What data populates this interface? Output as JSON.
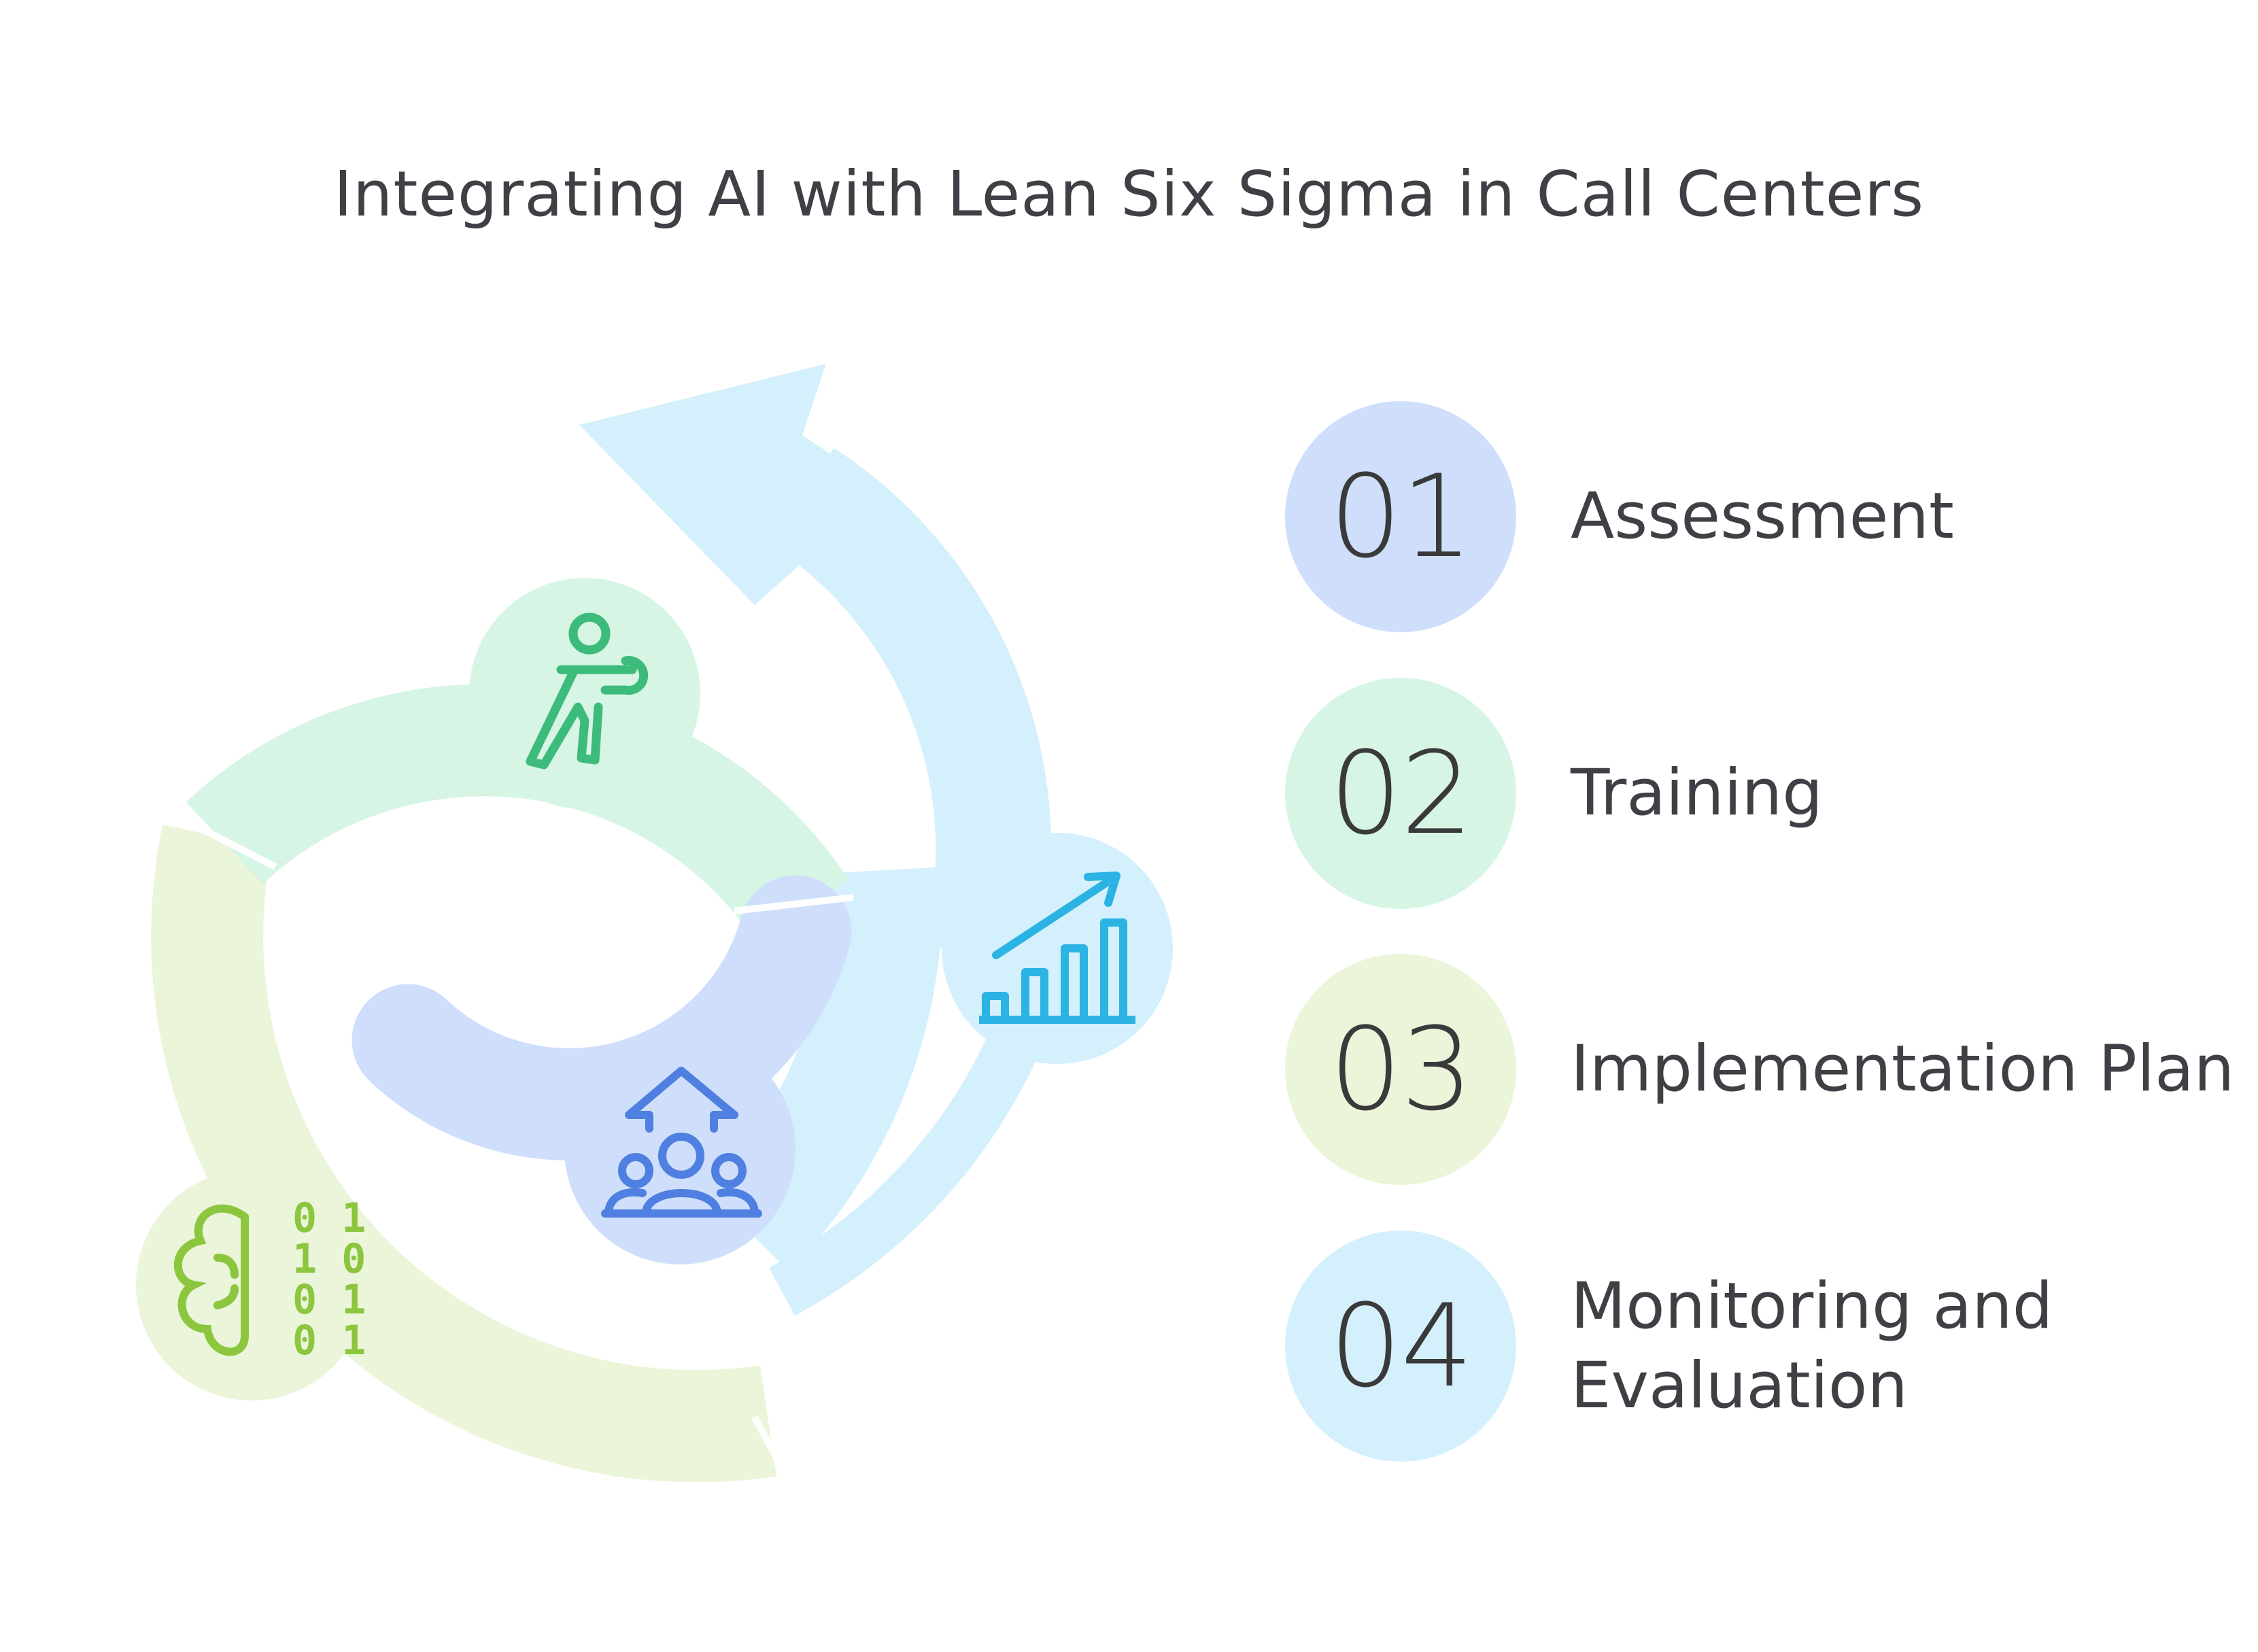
{
  "title": "Integrating AI with Lean Six Sigma in Call Centers",
  "steps": [
    {
      "number": "01",
      "label": "Assessment",
      "color": "#cfdffb",
      "icon": "chart-growth-icon"
    },
    {
      "number": "02",
      "label": "Training",
      "color": "#d6f5e4",
      "icon": "person-training-icon"
    },
    {
      "number": "03",
      "label": "Implementation Plan",
      "color": "#ebf5d9",
      "icon": "ai-brain-binary-icon"
    },
    {
      "number": "04",
      "label": "Monitoring and Evaluation",
      "color": "#d3f0fc",
      "icon": "team-growth-icon"
    }
  ],
  "colors": {
    "ring_blue": "#cfe4fb",
    "ring_sky": "#d3f0fc",
    "ring_green": "#d6f5e4",
    "ring_lime": "#ebf5d9",
    "icon_blue": "#2bb3e3",
    "icon_green": "#3dbb7a",
    "icon_lime": "#8cc63f",
    "icon_indigo": "#4f7fe0",
    "text": "#3f3f46"
  }
}
